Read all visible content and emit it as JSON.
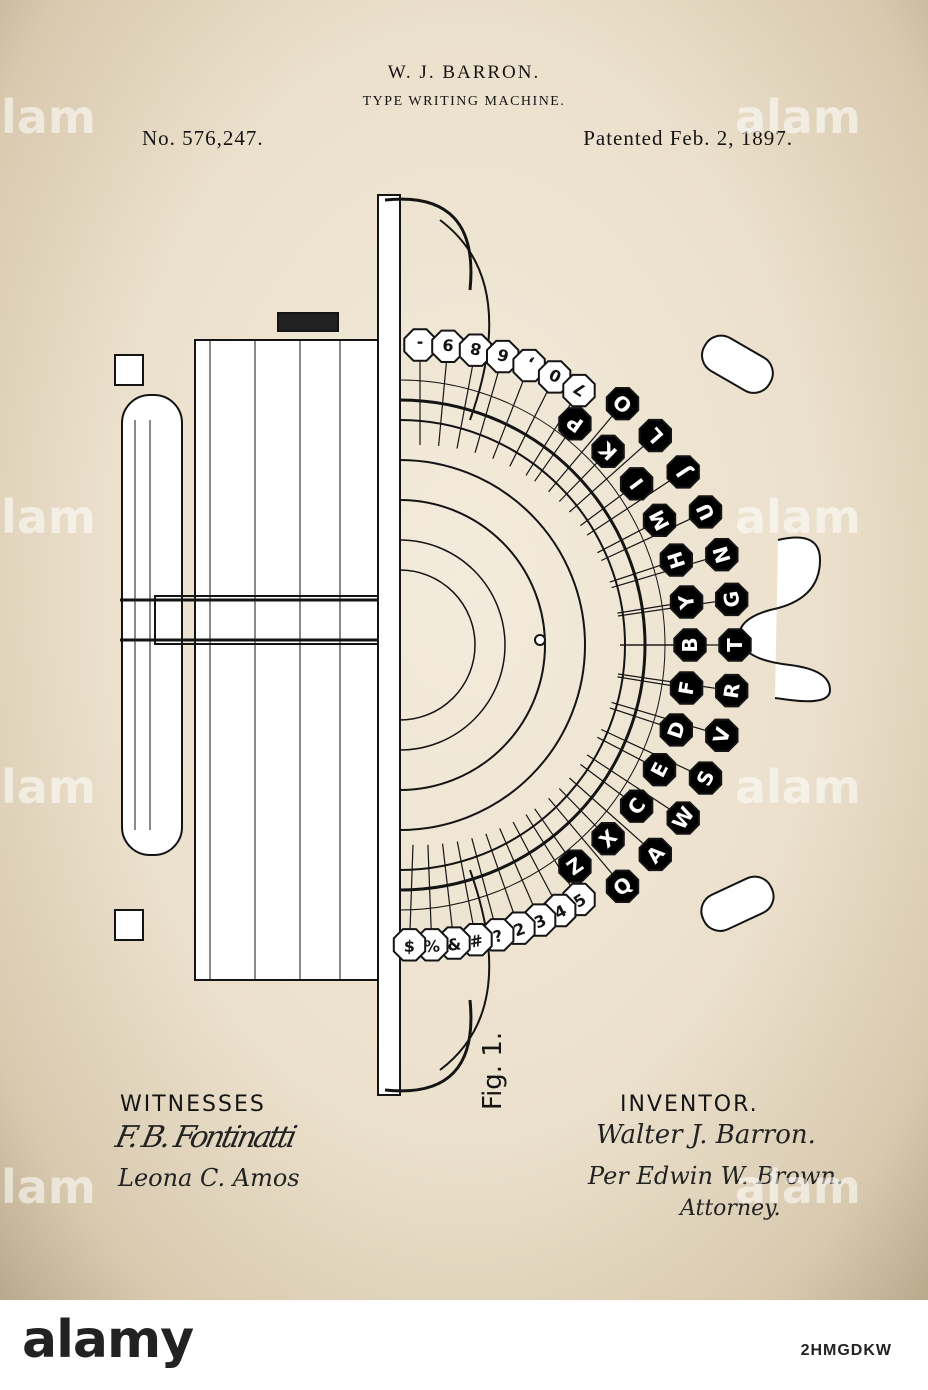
{
  "header": {
    "inventor_name": "W. J. BARRON.",
    "machine_title": "TYPE WRITING MACHINE.",
    "patent_number": "No. 576,247.",
    "patent_date": "Patented Feb. 2, 1897."
  },
  "keyboard": {
    "black_keys": [
      "P",
      "O",
      "K",
      "L",
      "I",
      "J",
      "M",
      "U",
      "H",
      "N",
      "Y",
      "G",
      "B",
      "T",
      "F",
      "R",
      "D",
      "V",
      "E",
      "S",
      "C",
      "W",
      "X",
      "A",
      "Z",
      "Q"
    ],
    "white_keys": [
      "-",
      "9",
      "8",
      "6",
      ",",
      "0",
      "7",
      "5",
      "4",
      "3",
      "2",
      "?",
      "#",
      "&",
      "%",
      "$"
    ]
  },
  "footer": {
    "witnesses_label": "WITNESSES",
    "inventor_label": "INVENTOR.",
    "fig_label": "Fig. 1.",
    "sig_witness_1": "F. B. Fontinatti",
    "sig_witness_2": "Leona C. Amos",
    "sig_inventor": "Walter J. Barron.",
    "sig_attorney_by": "Per Edwin W. Brown.",
    "sig_attorney_title": "Attorney."
  },
  "watermark": {
    "logo": "alamy",
    "image_id": "2HMGDKW"
  },
  "colors": {
    "paper": "#ebe0cc",
    "ink": "#141414",
    "key_black": "#000000",
    "key_white": "#ffffff"
  }
}
